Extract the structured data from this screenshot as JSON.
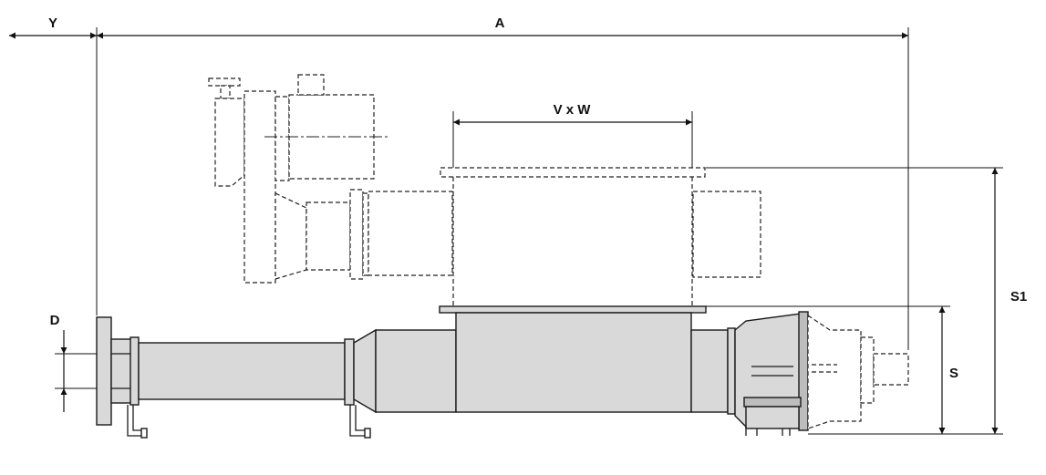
{
  "dimensions": {
    "y": "Y",
    "a": "A",
    "vxw": "V x W",
    "d": "D",
    "s": "S",
    "s1": "S1"
  }
}
